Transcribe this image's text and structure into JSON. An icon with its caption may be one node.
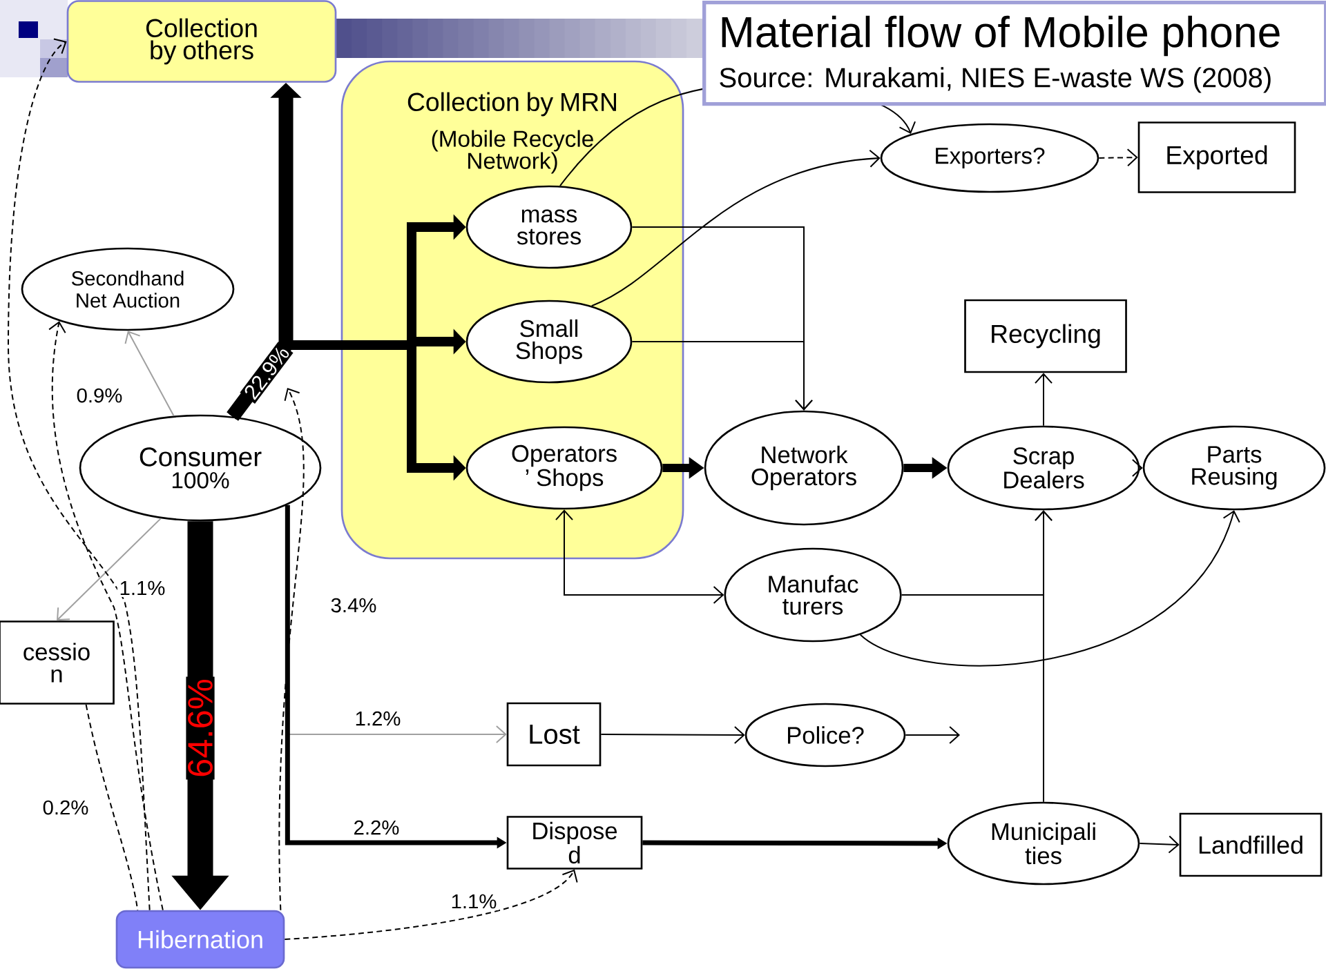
{
  "diagram": {
    "title": "Material flow of Mobile phone",
    "nodes": [
      {
        "text": [
          "Collection by others"
        ]
      },
      {
        "text": [
          "Collection by MRN",
          "(Mobile Recycle Network)"
        ]
      },
      {
        "text": [
          "mass stores"
        ],
        "in": 1
      },
      {
        "text": [
          "Small Shops"
        ],
        "in": 1
      },
      {
        "text": [
          "Operators ’ Shops"
        ],
        "in": 1
      },
      {
        "text": [
          "Exporters?"
        ]
      },
      {
        "text": [
          "Exported"
        ]
      },
      {
        "text": [
          "Secondhand Net Auction"
        ]
      },
      {
        "text": [
          "Consumer",
          "100%"
        ]
      },
      {
        "text": [
          "Recycling"
        ]
      },
      {
        "text": [
          "Network Operators"
        ]
      },
      {
        "text": [
          "Scrap Dealers"
        ]
      },
      {
        "text": [
          "Parts Reusing"
        ]
      },
      {
        "text": [
          "cessio n"
        ]
      },
      {
        "text": [
          "Manufac turers"
        ]
      },
      {
        "text": [
          "Lost"
        ]
      },
      {
        "text": [
          "Police?"
        ]
      },
      {
        "text": [
          "Dispose d"
        ]
      },
      {
        "text": [
          "Municipali ties"
        ]
      },
      {
        "text": [
          "Landfilled"
        ]
      },
      {
        "text": [
          "Hibernation"
        ]
      }
    ],
    "edges": [
      {
        "from": 8,
        "to": 0,
        "arrow": "to",
        "style": "thick",
        "label": "22.9%"
      },
      {
        "from": 8,
        "to": 2,
        "arrow": "to",
        "style": "thick"
      },
      {
        "from": 8,
        "to": 3,
        "arrow": "to",
        "style": "thick"
      },
      {
        "from": 8,
        "to": 4,
        "arrow": "to",
        "style": "thick"
      },
      {
        "from": 8,
        "to": 20,
        "arrow": "to",
        "style": "thick",
        "label": "64.6%"
      },
      {
        "from": 8,
        "to": 7,
        "arrow": "to",
        "color": "#a0a0a0",
        "label": "0.9%"
      },
      {
        "from": 8,
        "to": 13,
        "arrow": "to",
        "color": "#a0a0a0",
        "label": "1.1%"
      },
      {
        "from": 8,
        "to": 15,
        "arrow": "to",
        "color": "#a0a0a0",
        "label": "1.2%"
      },
      {
        "from": 8,
        "to": 17,
        "arrow": "to",
        "style": "thick",
        "label": "2.2%"
      },
      {
        "from": 20,
        "to": 0,
        "arrow": "to",
        "style": "dashed"
      },
      {
        "from": 20,
        "to": 7,
        "arrow": "to",
        "style": "dashed"
      },
      {
        "from": 13,
        "to": 20,
        "arrow": "none",
        "style": "dashed",
        "label": "0.2%"
      },
      {
        "from": 20,
        "to": null,
        "arrow": "to",
        "style": "dashed",
        "label": "3.4%"
      },
      {
        "from": 20,
        "to": 17,
        "arrow": "to",
        "style": "dashed",
        "label": "1.1%"
      },
      {
        "from": 2,
        "to": 10,
        "arrow": "to"
      },
      {
        "from": 3,
        "to": 10,
        "arrow": "to"
      },
      {
        "from": 2,
        "to": 5,
        "arrow": "to"
      },
      {
        "from": 3,
        "to": 5,
        "arrow": "to"
      },
      {
        "from": 5,
        "to": 6,
        "arrow": "to",
        "style": "dashed"
      },
      {
        "from": 4,
        "to": 10,
        "arrow": "to",
        "style": "thick"
      },
      {
        "from": 10,
        "to": 11,
        "arrow": "to",
        "style": "thick"
      },
      {
        "from": 11,
        "to": 9,
        "arrow": "to"
      },
      {
        "from": 11,
        "to": 12,
        "arrow": "to"
      },
      {
        "from": 4,
        "to": 14,
        "arrow": "both"
      },
      {
        "from": 14,
        "to": 11,
        "arrow": "to"
      },
      {
        "from": 18,
        "to": 11,
        "arrow": "to"
      },
      {
        "from": 14,
        "to": 12,
        "arrow": "to"
      },
      {
        "from": 15,
        "to": 16,
        "arrow": "to"
      },
      {
        "from": 16,
        "to": null,
        "arrow": "to"
      },
      {
        "from": 17,
        "to": 18,
        "arrow": "to",
        "style": "thick"
      },
      {
        "from": 18,
        "to": 19,
        "arrow": "to"
      }
    ],
    "labels": [
      "Source: Murakami, NIES E-waste WS (2008)"
    ]
  }
}
